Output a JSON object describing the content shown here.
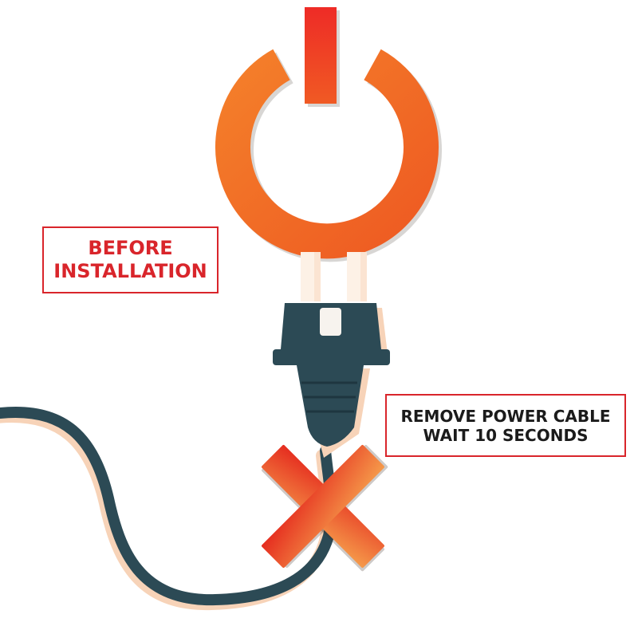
{
  "labels": {
    "before_line1": "BEFORE",
    "before_line2": "INSTALLATION",
    "remove_line1": "REMOVE POWER CABLE",
    "remove_line2": "WAIT 10 SECONDS"
  },
  "icons": {
    "power": "power-icon",
    "plug": "plug-icon",
    "cable": "cable",
    "cross": "cross-icon"
  },
  "colors": {
    "power_orange": "#f26a22",
    "power_red": "#ee3124",
    "plug_dark": "#2c4a55",
    "cross_red": "#e8401f",
    "cross_orange": "#f4823a",
    "label_red": "#d9252b",
    "shadow_peach": "#f7d3b8"
  }
}
